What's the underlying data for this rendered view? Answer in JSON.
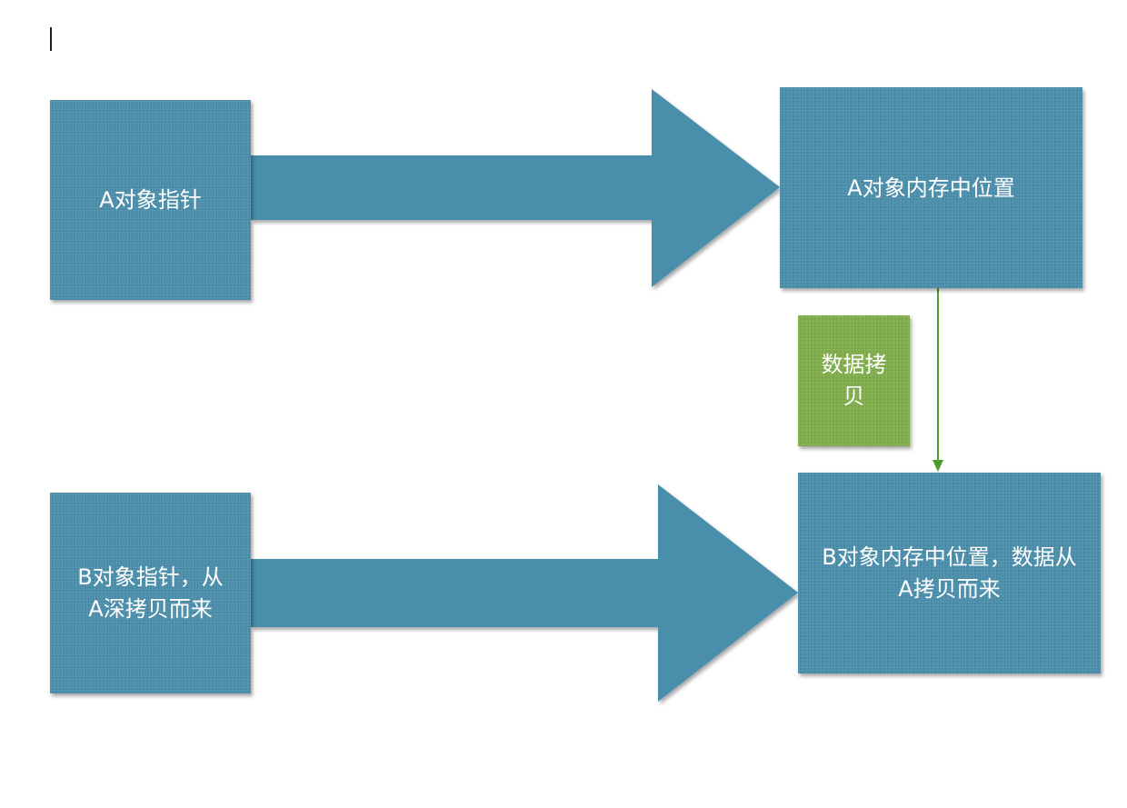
{
  "colors": {
    "box_fill": "#4a8eab",
    "copy_box_fill": "#7fae4a",
    "copy_arrow": "#4a9a2c",
    "text": "#ffffff"
  },
  "nodes": {
    "a_pointer": "A对象指针",
    "a_memory": "A对象内存中位置",
    "copy_label": "数据拷\n贝",
    "b_pointer": "B对象指针，从\nA深拷贝而来",
    "b_memory": "B对象内存中位置，数据从\nA拷贝而来"
  }
}
